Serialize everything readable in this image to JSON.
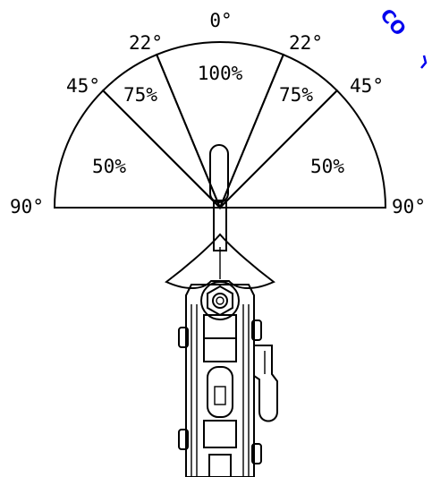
{
  "diagram": {
    "angle_labels": {
      "top": "0°",
      "upper_left": "22°",
      "upper_right": "22°",
      "mid_left": "45°",
      "mid_right": "45°",
      "side_left": "90°",
      "side_right": "90°"
    },
    "zone_labels": {
      "center": "100%",
      "inner_left": "75%",
      "inner_right": "75%",
      "outer_left": "50%",
      "outer_right": "50%"
    },
    "watermark": "CO"
  },
  "colors": {
    "line": "#000000",
    "background": "#ffffff",
    "watermark": "#0000ee"
  }
}
